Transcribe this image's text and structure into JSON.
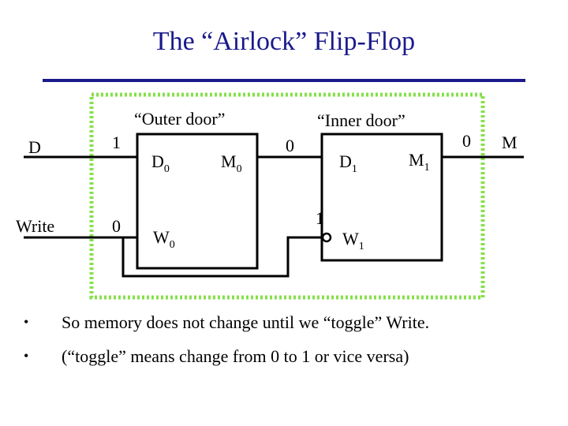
{
  "slide": {
    "title": "The “Airlock” Flip-Flop"
  },
  "diagram": {
    "input_d": "D",
    "input_write": "Write",
    "output_m": "M",
    "outer_door_label": "“Outer door”",
    "inner_door_label": "“Inner door”",
    "val_d_line": "1",
    "val_write_line": "0",
    "val_between": "0",
    "val_w1_line": "1",
    "val_output": "0",
    "latch0": {
      "d_base": "D",
      "d_sub": "0",
      "m_base": "M",
      "m_sub": "0",
      "w_base": "W",
      "w_sub": "0"
    },
    "latch1": {
      "d_base": "D",
      "d_sub": "1",
      "m_base": "M",
      "m_sub": "1",
      "w_base": "W",
      "w_sub": "1"
    },
    "colors": {
      "title": "#1a1a8c",
      "dotted_border": "#86e04a",
      "wire": "#000000"
    }
  },
  "bullets": [
    "So memory does not change until we “toggle” Write.",
    "(“toggle” means change from 0 to 1 or vice versa)"
  ]
}
